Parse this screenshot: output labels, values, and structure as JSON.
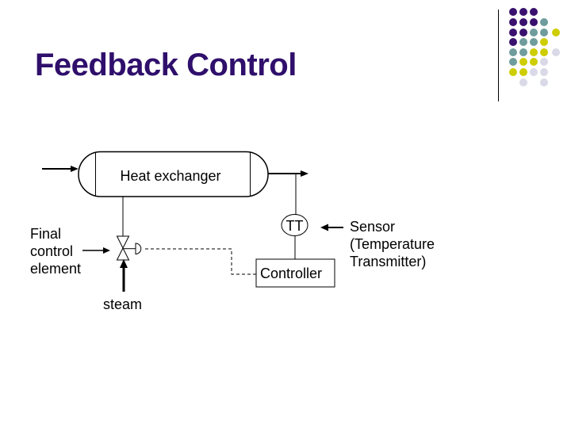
{
  "slide": {
    "title": "Feedback Control",
    "title_color": "#2F0F6B",
    "background_color": "#FFFFFF"
  },
  "decoration": {
    "palette": {
      "P": "#3A116E",
      "T": "#6F9C9C",
      "Y": "#CDCD00",
      "G": "#D9D9E8"
    },
    "pattern": [
      "PPP",
      "PPPT",
      "PPTTY",
      "PTTY",
      "TTYYG",
      "TYYG",
      "YYGG",
      ".G.G"
    ],
    "line_color": "#000000"
  },
  "diagram": {
    "heat_exchanger_label": "Heat exchanger",
    "tt_label": "TT",
    "controller_label": "Controller",
    "final_control_element_label": "Final control element",
    "steam_label": "steam",
    "sensor_label": "Sensor (Temperature Transmitter)"
  }
}
